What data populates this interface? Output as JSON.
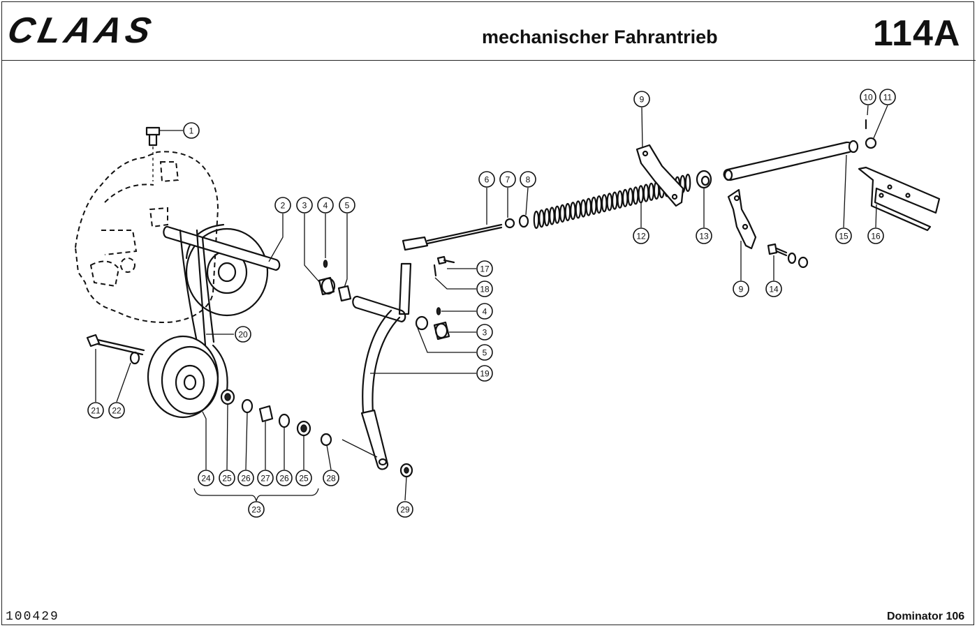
{
  "header": {
    "brand_logo": "CLAAS",
    "title": "mechanischer Fahrantrieb",
    "page_number": "114A"
  },
  "footer": {
    "doc_number": "100429",
    "model": "Dominator 106"
  },
  "callouts": [
    {
      "id": "c1",
      "label": "1"
    },
    {
      "id": "c2",
      "label": "2"
    },
    {
      "id": "c3a",
      "label": "3"
    },
    {
      "id": "c4a",
      "label": "4"
    },
    {
      "id": "c5a",
      "label": "5"
    },
    {
      "id": "c6",
      "label": "6"
    },
    {
      "id": "c7",
      "label": "7"
    },
    {
      "id": "c8",
      "label": "8"
    },
    {
      "id": "c9a",
      "label": "9"
    },
    {
      "id": "c10",
      "label": "10"
    },
    {
      "id": "c11",
      "label": "11"
    },
    {
      "id": "c12",
      "label": "12"
    },
    {
      "id": "c13",
      "label": "13"
    },
    {
      "id": "c15",
      "label": "15"
    },
    {
      "id": "c16",
      "label": "16"
    },
    {
      "id": "c9b",
      "label": "9"
    },
    {
      "id": "c14",
      "label": "14"
    },
    {
      "id": "c17",
      "label": "17"
    },
    {
      "id": "c18",
      "label": "18"
    },
    {
      "id": "c4b",
      "label": "4"
    },
    {
      "id": "c3b",
      "label": "3"
    },
    {
      "id": "c5b",
      "label": "5"
    },
    {
      "id": "c19",
      "label": "19"
    },
    {
      "id": "c20",
      "label": "20"
    },
    {
      "id": "c21",
      "label": "21"
    },
    {
      "id": "c22",
      "label": "22"
    },
    {
      "id": "c24",
      "label": "24"
    },
    {
      "id": "c25a",
      "label": "25"
    },
    {
      "id": "c26a",
      "label": "26"
    },
    {
      "id": "c27",
      "label": "27"
    },
    {
      "id": "c26b",
      "label": "26"
    },
    {
      "id": "c25b",
      "label": "25"
    },
    {
      "id": "c28",
      "label": "28"
    },
    {
      "id": "c23",
      "label": "23"
    },
    {
      "id": "c29",
      "label": "29"
    }
  ]
}
